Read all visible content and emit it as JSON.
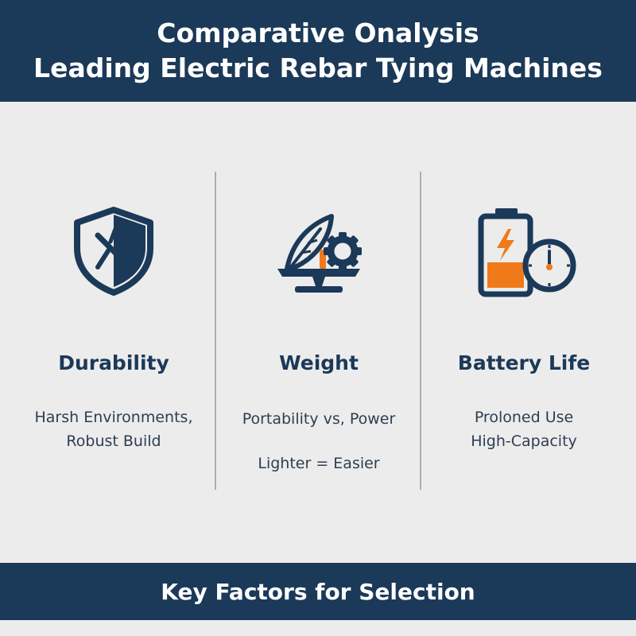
{
  "header": {
    "title_line1": "Comparative Onalysis",
    "title_line2": "Leading Electric Rebar Tying Machines"
  },
  "columns": [
    {
      "icon": "shield-icon",
      "title": "Durability",
      "lines": [
        "Harsh Environments,",
        "Robust Build"
      ]
    },
    {
      "icon": "feather-gear-scale-icon",
      "title": "Weight",
      "lines": [
        "Portability vs, Power",
        "Lighter = Easier"
      ]
    },
    {
      "icon": "battery-clock-icon",
      "title": "Battery Life",
      "lines": [
        "Proloned Use",
        "High-Capacity"
      ]
    }
  ],
  "footer": {
    "label": "Key Factors for Selection"
  },
  "colors": {
    "primary": "#1b3958",
    "accent": "#f07a1a",
    "background": "#ececec"
  }
}
